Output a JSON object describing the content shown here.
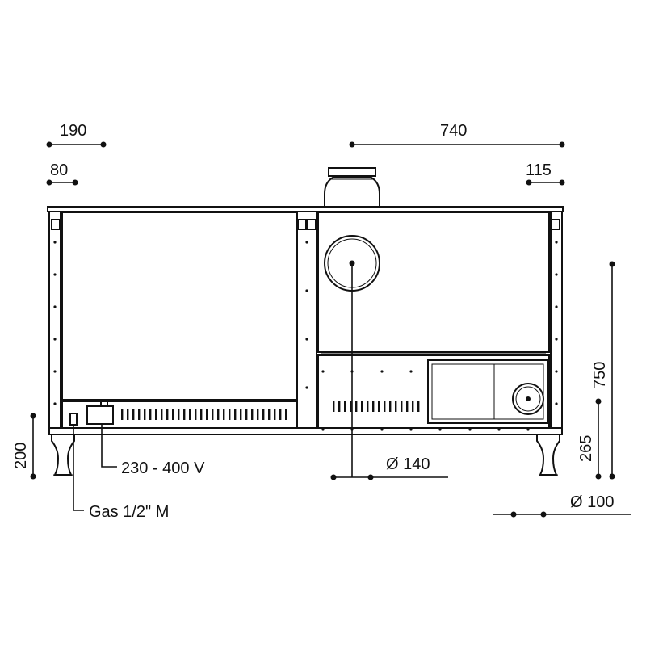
{
  "dimensions": {
    "d190": "190",
    "d80": "80",
    "d740": "740",
    "d115": "115",
    "d750": "750",
    "d265": "265",
    "d200": "200",
    "dia140": "Ø 140",
    "dia100": "Ø 100"
  },
  "callouts": {
    "electric": "230 - 400 V",
    "gas": "Gas 1/2\" M"
  }
}
